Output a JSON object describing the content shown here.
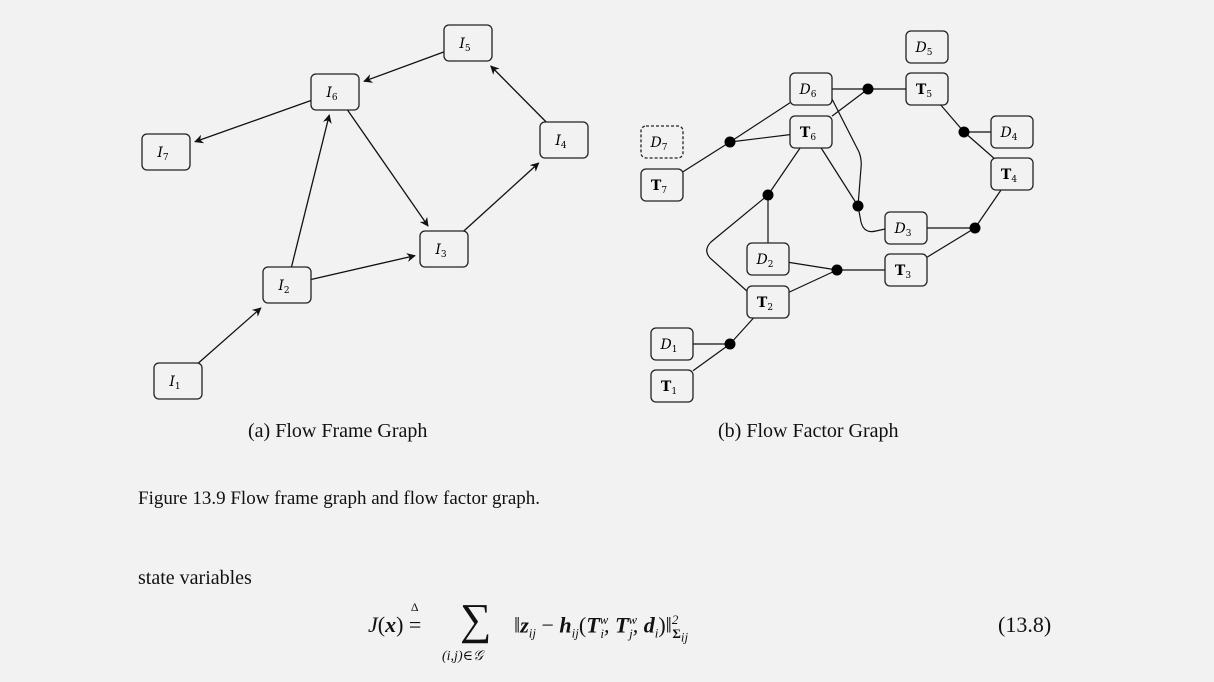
{
  "flow_frame_graph": {
    "caption": "(a) Flow Frame Graph",
    "nodes": [
      {
        "id": "I1",
        "base": "I",
        "sub": "1"
      },
      {
        "id": "I2",
        "base": "I",
        "sub": "2"
      },
      {
        "id": "I3",
        "base": "I",
        "sub": "3"
      },
      {
        "id": "I4",
        "base": "I",
        "sub": "4"
      },
      {
        "id": "I5",
        "base": "I",
        "sub": "5"
      },
      {
        "id": "I6",
        "base": "I",
        "sub": "6"
      },
      {
        "id": "I7",
        "base": "I",
        "sub": "7"
      }
    ],
    "edges": [
      {
        "from": "I1",
        "to": "I2"
      },
      {
        "from": "I2",
        "to": "I6"
      },
      {
        "from": "I2",
        "to": "I3"
      },
      {
        "from": "I6",
        "to": "I3"
      },
      {
        "from": "I3",
        "to": "I4"
      },
      {
        "from": "I4",
        "to": "I5"
      },
      {
        "from": "I5",
        "to": "I6"
      },
      {
        "from": "I6",
        "to": "I7"
      }
    ]
  },
  "flow_factor_graph": {
    "caption": "(b) Flow Factor Graph",
    "nodes": [
      {
        "id": "D1",
        "base": "D",
        "sub": "1",
        "bold": false,
        "dashed": false
      },
      {
        "id": "T1",
        "base": "T",
        "sub": "1",
        "bold": true,
        "dashed": false
      },
      {
        "id": "D2",
        "base": "D",
        "sub": "2",
        "bold": false,
        "dashed": false
      },
      {
        "id": "T2",
        "base": "T",
        "sub": "2",
        "bold": true,
        "dashed": false
      },
      {
        "id": "D3",
        "base": "D",
        "sub": "3",
        "bold": false,
        "dashed": false
      },
      {
        "id": "T3",
        "base": "T",
        "sub": "3",
        "bold": true,
        "dashed": false
      },
      {
        "id": "D4",
        "base": "D",
        "sub": "4",
        "bold": false,
        "dashed": false
      },
      {
        "id": "T4",
        "base": "T",
        "sub": "4",
        "bold": true,
        "dashed": false
      },
      {
        "id": "D5",
        "base": "D",
        "sub": "5",
        "bold": false,
        "dashed": false
      },
      {
        "id": "T5",
        "base": "T",
        "sub": "5",
        "bold": true,
        "dashed": false
      },
      {
        "id": "D6",
        "base": "D",
        "sub": "6",
        "bold": false,
        "dashed": false
      },
      {
        "id": "T6",
        "base": "T",
        "sub": "6",
        "bold": true,
        "dashed": false
      },
      {
        "id": "D7",
        "base": "D",
        "sub": "7",
        "bold": false,
        "dashed": true
      },
      {
        "id": "T7",
        "base": "T",
        "sub": "7",
        "bold": true,
        "dashed": false
      }
    ],
    "factors": [
      {
        "id": "f12",
        "connects": [
          "D1",
          "T1",
          "T2"
        ]
      },
      {
        "id": "f23",
        "connects": [
          "D2",
          "T2",
          "T3"
        ]
      },
      {
        "id": "f26",
        "connects": [
          "D2",
          "T2",
          "T6"
        ]
      },
      {
        "id": "f34",
        "connects": [
          "D3",
          "T3",
          "T4"
        ]
      },
      {
        "id": "f36",
        "connects": [
          "D6",
          "T6",
          "D3"
        ]
      },
      {
        "id": "f45",
        "connects": [
          "D4",
          "T4",
          "T5"
        ]
      },
      {
        "id": "f56",
        "connects": [
          "D6",
          "T5",
          "T6"
        ]
      },
      {
        "id": "f67",
        "connects": [
          "D6",
          "T6",
          "T7"
        ]
      }
    ]
  },
  "figure_caption": "Figure 13.9 Flow frame graph and flow factor graph.",
  "body_text": "state variables",
  "equation": {
    "lhs": "J(x)",
    "defeq_symbol": "≜",
    "sum_symbol": "∑",
    "sum_subscript": "(i,j)∈𝒢",
    "rhs": "‖z_ij − h_ij(T_i^w, T_j^w, d_i)‖²_Σij",
    "number": "(13.8)"
  }
}
